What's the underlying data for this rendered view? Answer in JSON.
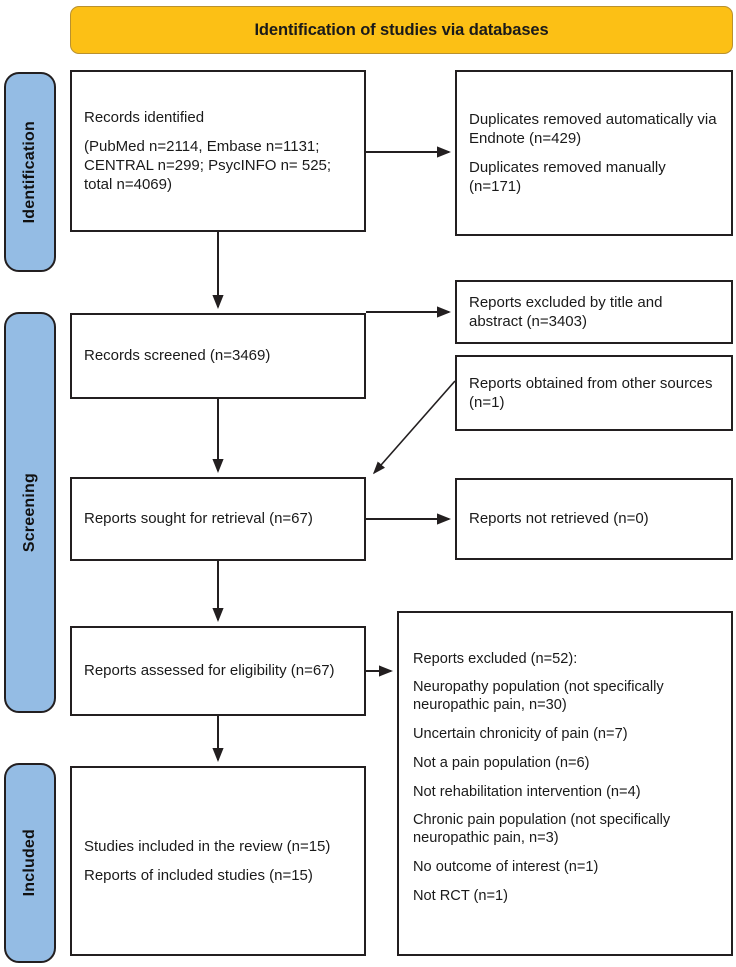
{
  "header": {
    "title": "Identification of studies via databases",
    "bg_color": "#FCC015"
  },
  "stages": [
    {
      "id": "identification",
      "label": "Identification"
    },
    {
      "id": "screening",
      "label": "Screening"
    },
    {
      "id": "included",
      "label": "Included"
    }
  ],
  "stage_bar_color": "#94BCE4",
  "boxes": {
    "records_identified": {
      "line1": "Records identified",
      "line2": "(PubMed n=2114, Embase n=1131; CENTRAL n=299; PsycINFO n= 525; total n=4069)"
    },
    "duplicates_removed": {
      "line1": "Duplicates removed automatically via Endnote (n=429)",
      "line2": "Duplicates removed manually (n=171)"
    },
    "records_screened": {
      "line1": "Records screened (n=3469)"
    },
    "excluded_title_abstract": {
      "line1": "Reports excluded by title and abstract (n=3403)"
    },
    "other_sources": {
      "line1": "Reports obtained from other sources (n=1)"
    },
    "reports_sought": {
      "line1": "Reports sought for retrieval (n=67)"
    },
    "not_retrieved": {
      "line1": "Reports not retrieved (n=0)"
    },
    "reports_assessed": {
      "line1": "Reports assessed for eligibility (n=67)"
    },
    "reports_excluded": {
      "heading": "Reports excluded (n=52):",
      "reasons": [
        "Neuropathy population (not specifically neuropathic pain, n=30)",
        "Uncertain chronicity of pain (n=7)",
        "Not a pain population (n=6)",
        "Not rehabilitation intervention (n=4)",
        "Chronic pain population (not specifically neuropathic pain, n=3)",
        "No outcome of interest (n=1)",
        "Not RCT (n=1)"
      ]
    },
    "studies_included": {
      "line1": "Studies included in the review (n=15)",
      "line2": "Reports of included studies (n=15)"
    }
  },
  "chart_data": {
    "type": "diagram",
    "title": "PRISMA flow diagram",
    "nodes": [
      {
        "id": "records_identified",
        "stage": "Identification",
        "count": 4069,
        "sources": {
          "PubMed": 2114,
          "Embase": 1131,
          "CENTRAL": 299,
          "PsycINFO": 525
        }
      },
      {
        "id": "duplicates_removed_auto",
        "stage": "Identification",
        "count": 429
      },
      {
        "id": "duplicates_removed_manual",
        "stage": "Identification",
        "count": 171
      },
      {
        "id": "records_screened",
        "stage": "Screening",
        "count": 3469
      },
      {
        "id": "excluded_title_abstract",
        "stage": "Screening",
        "count": 3403
      },
      {
        "id": "other_sources",
        "stage": "Screening",
        "count": 1
      },
      {
        "id": "reports_sought",
        "stage": "Screening",
        "count": 67
      },
      {
        "id": "not_retrieved",
        "stage": "Screening",
        "count": 0
      },
      {
        "id": "reports_assessed",
        "stage": "Screening",
        "count": 67
      },
      {
        "id": "reports_excluded",
        "stage": "Screening",
        "count": 52
      },
      {
        "id": "studies_included",
        "stage": "Included",
        "count": 15
      },
      {
        "id": "reports_included",
        "stage": "Included",
        "count": 15
      }
    ]
  }
}
